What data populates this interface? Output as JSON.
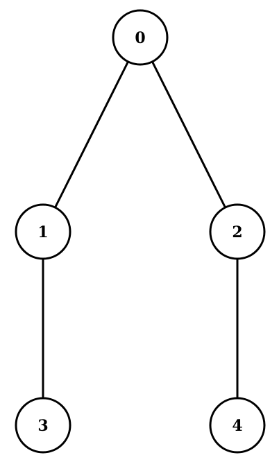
{
  "tree": {
    "nodes": [
      {
        "id": "0",
        "label": "0"
      },
      {
        "id": "1",
        "label": "1"
      },
      {
        "id": "2",
        "label": "2"
      },
      {
        "id": "3",
        "label": "3"
      },
      {
        "id": "4",
        "label": "4"
      }
    ],
    "edges": [
      {
        "from": "0",
        "to": "1"
      },
      {
        "from": "0",
        "to": "2"
      },
      {
        "from": "1",
        "to": "3"
      },
      {
        "from": "2",
        "to": "4"
      }
    ]
  },
  "colors": {
    "stroke": "#000000",
    "fill": "#ffffff"
  }
}
